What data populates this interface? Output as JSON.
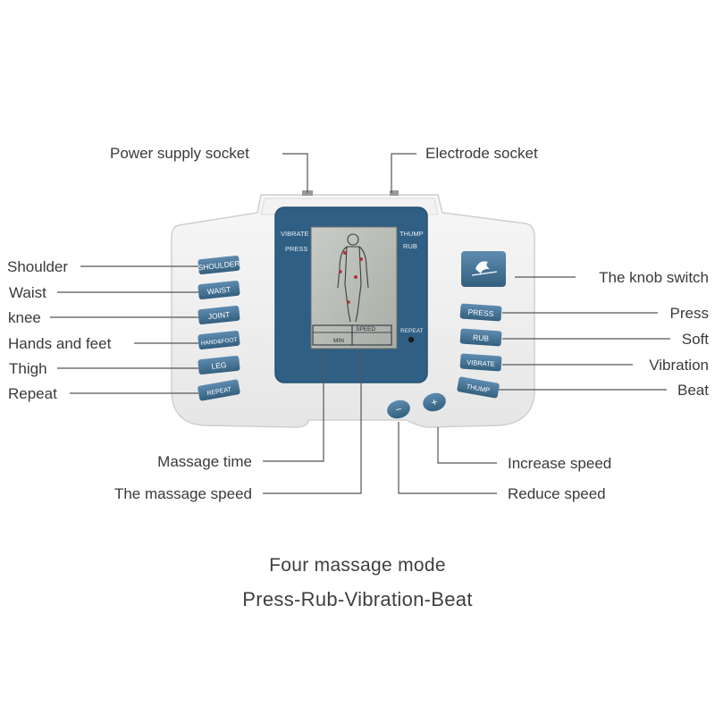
{
  "labels": {
    "power_supply_socket": "Power supply socket",
    "electrode_socket": "Electrode socket",
    "shoulder": "Shoulder",
    "waist": "Waist",
    "knee": "knee",
    "hands_and_feet": "Hands and feet",
    "thigh": "Thigh",
    "repeat": "Repeat",
    "knob_switch": "The knob switch",
    "press": "Press",
    "soft": "Soft",
    "vibration": "Vibration",
    "beat": "Beat",
    "massage_time": "Massage time",
    "massage_speed": "The massage speed",
    "increase_speed": "Increase speed",
    "reduce_speed": "Reduce speed"
  },
  "device": {
    "left_buttons": [
      "SHOULDER",
      "WAIST",
      "JOINT",
      "HAND&FOOT",
      "LEG",
      "REPEAT"
    ],
    "right_buttons": [
      "PRESS",
      "RUB",
      "VIBRATE",
      "THUMP"
    ],
    "lcd": {
      "top_left_1": "VIBRATE",
      "top_left_2": "PRESS",
      "top_right_1": "THUMP",
      "top_right_2": "RUB",
      "repeat": "REPEAT",
      "min": "MIN",
      "speed": "SPEED"
    },
    "minus_symbol": "−",
    "plus_symbol": "+"
  },
  "caption": {
    "line1": "Four massage mode",
    "line2": "Press-Rub-Vibration-Beat"
  },
  "colors": {
    "button_blue": "#3f6f93",
    "screen_blue": "#2f5f84",
    "lcd_gray": "#b9bcb6",
    "leader_line": "#555555"
  }
}
